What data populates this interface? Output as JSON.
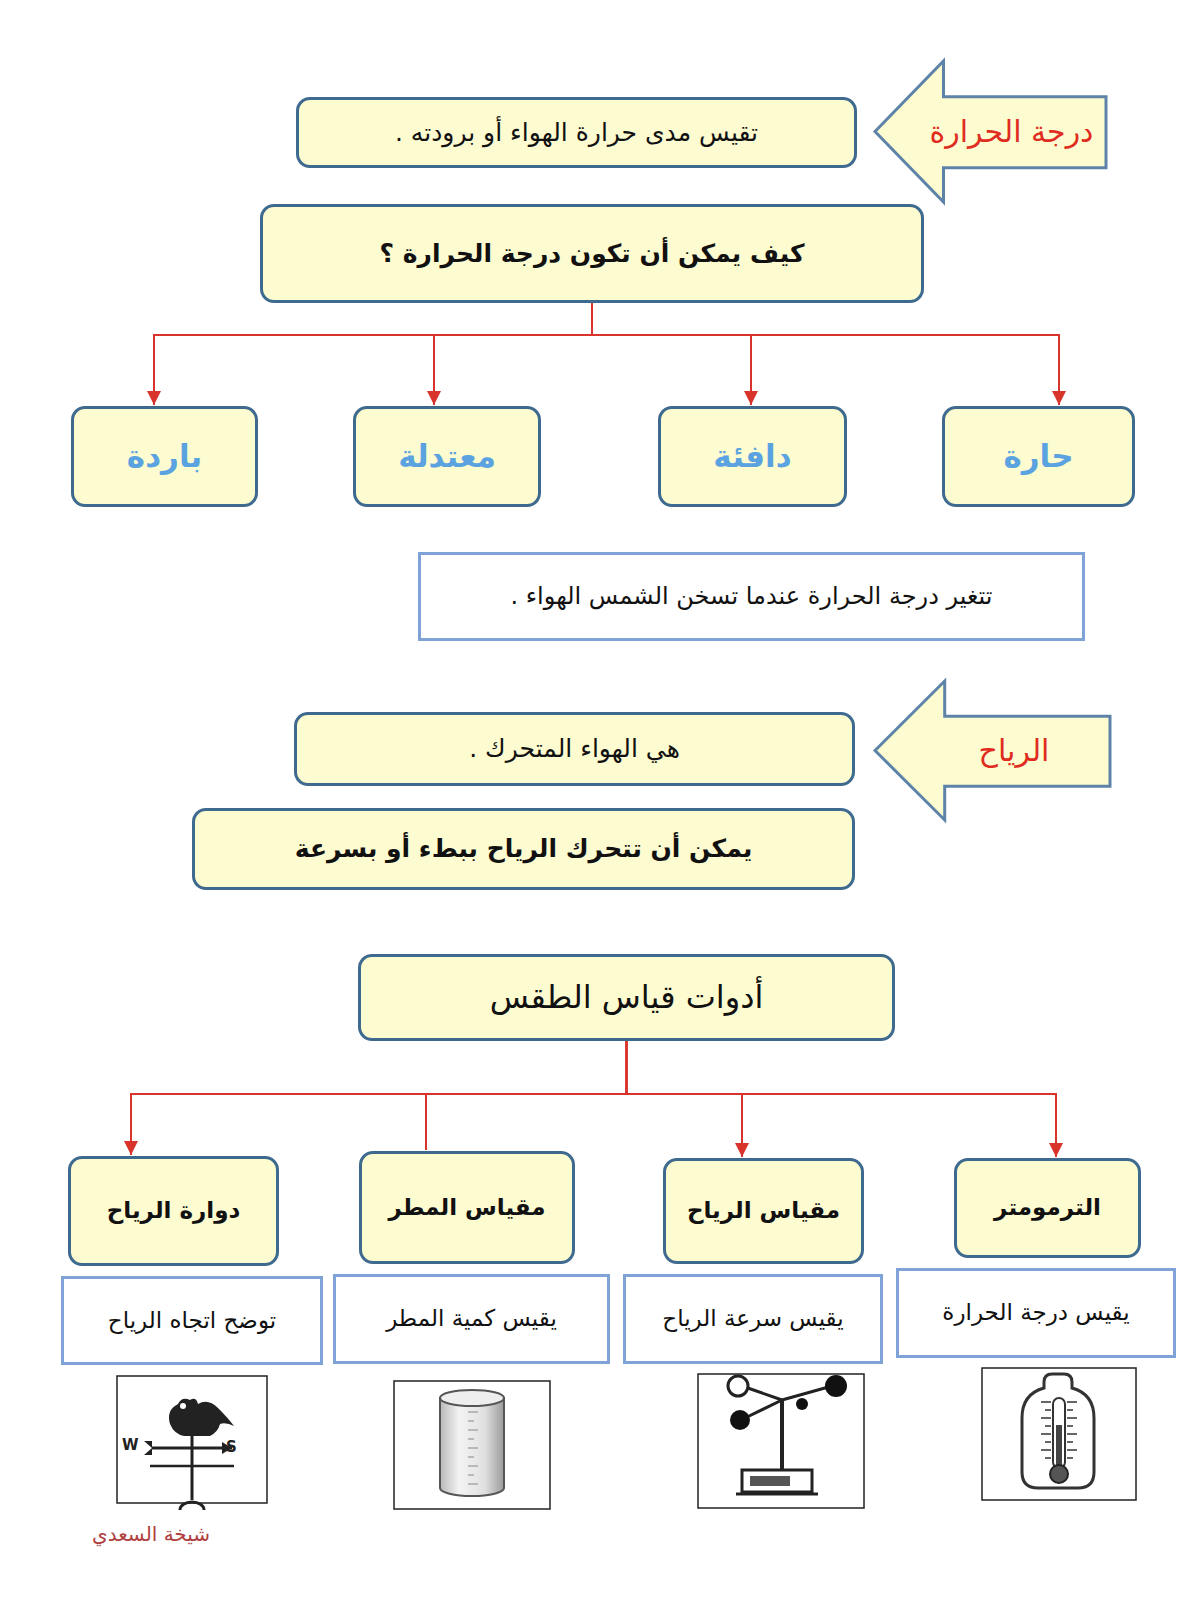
{
  "diagram": {
    "nodes": [
      {
        "text": [
          "درجة الحرارة"
        ]
      },
      {
        "text": [
          "تقيس مدى حرارة الهواء أو برودته ."
        ]
      },
      {
        "text": [
          "كيف يمكن أن تكون درجة الحرارة ؟"
        ]
      },
      {
        "text": [
          "حارة"
        ]
      },
      {
        "text": [
          "دافئة"
        ]
      },
      {
        "text": [
          "معتدلة"
        ]
      },
      {
        "text": [
          "باردة"
        ]
      },
      {
        "text": [
          "تتغير درجة الحرارة عندما تسخن الشمس الهواء ."
        ]
      },
      {
        "text": [
          "الرياح"
        ]
      },
      {
        "text": [
          "هي الهواء المتحرك ."
        ]
      },
      {
        "text": [
          "يمكن أن تتحرك الرياح ببطء أو بسرعة"
        ]
      },
      {
        "text": [
          "أدوات قياس الطقس"
        ]
      },
      {
        "text": [
          "الترمومتر"
        ]
      },
      {
        "text": [
          "مقياس الرياح"
        ]
      },
      {
        "text": [
          "مقياس المطر"
        ]
      },
      {
        "text": [
          "دوارة الرياح"
        ]
      },
      {
        "text": [
          "يقيس درجة الحرارة"
        ]
      },
      {
        "text": [
          "يقيس سرعة الرياح"
        ]
      },
      {
        "text": [
          "يقيس كمية المطر"
        ]
      },
      {
        "text": [
          "توضح اتجاه الرياح"
        ]
      }
    ],
    "edges": [
      {
        "from": 2,
        "to": 3,
        "arrow": "to"
      },
      {
        "from": 2,
        "to": 4,
        "arrow": "to"
      },
      {
        "from": 2,
        "to": 5,
        "arrow": "to"
      },
      {
        "from": 2,
        "to": 6,
        "arrow": "to"
      },
      {
        "from": 11,
        "to": 12,
        "arrow": "to"
      },
      {
        "from": 11,
        "to": 13,
        "arrow": "to"
      },
      {
        "from": 11,
        "to": 14,
        "arrow": "none"
      },
      {
        "from": 11,
        "to": 15,
        "arrow": "to"
      }
    ],
    "labels": [
      "W",
      "S",
      "شيخة السعدي"
    ]
  }
}
